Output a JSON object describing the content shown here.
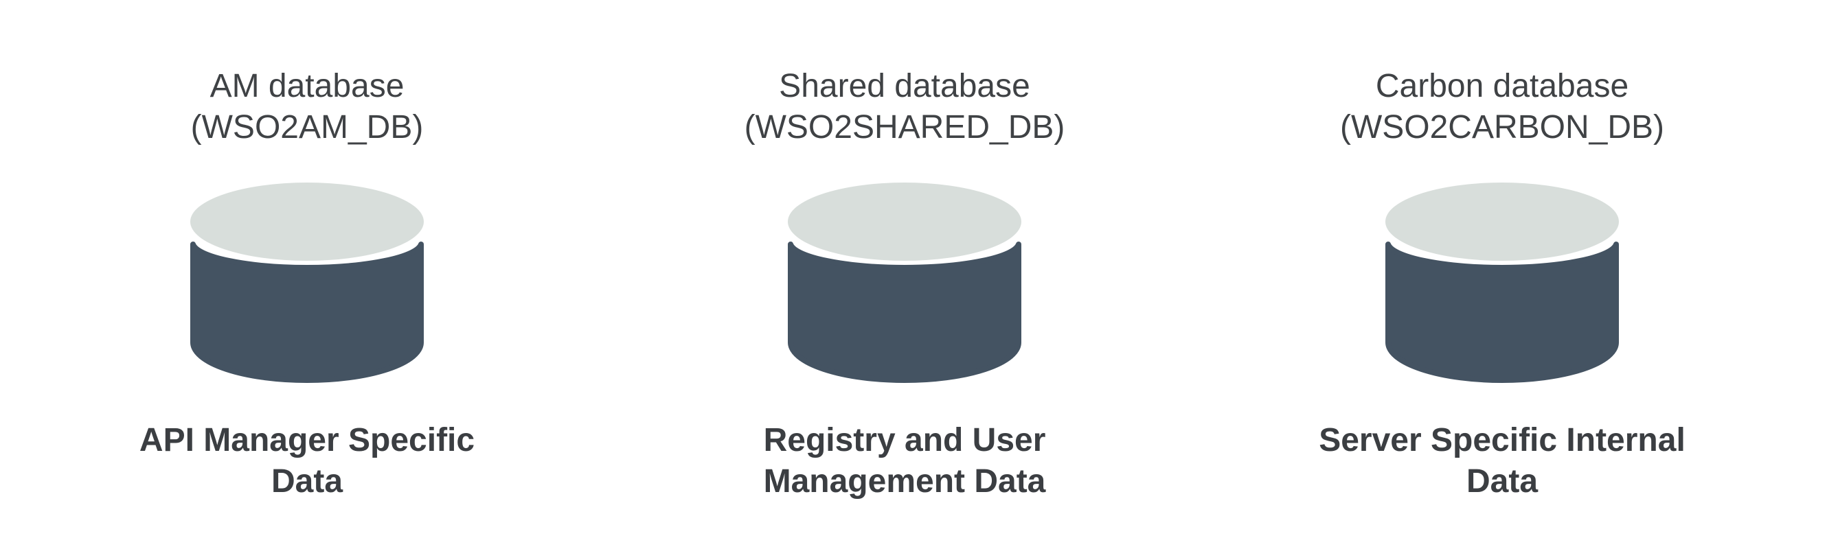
{
  "background_color": "#ffffff",
  "icon_colors": {
    "top_ellipse": "#d8dedb",
    "body": "#445362"
  },
  "text_colors": {
    "title": "#3f4245",
    "label": "#3b3e42"
  },
  "databases": [
    {
      "title_line1": "AM database",
      "title_line2": "(WSO2AM_DB)",
      "label_line1": "API Manager Specific",
      "label_line2": "Data"
    },
    {
      "title_line1": "Shared database",
      "title_line2": "(WSO2SHARED_DB)",
      "label_line1": "Registry and User",
      "label_line2": "Management Data"
    },
    {
      "title_line1": "Carbon database",
      "title_line2": "(WSO2CARBON_DB)",
      "label_line1": "Server Specific Internal",
      "label_line2": "Data"
    }
  ]
}
